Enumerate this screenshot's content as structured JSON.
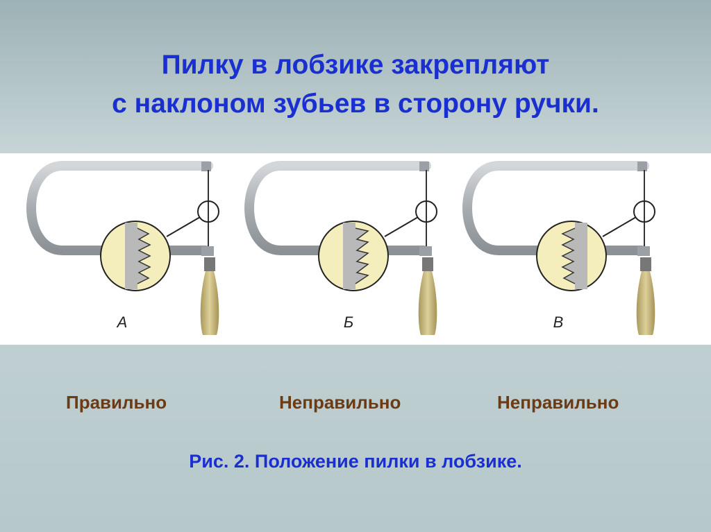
{
  "slide": {
    "title_line1": "Пилку в лобзике закрепляют",
    "title_line2": "с наклоном зубьев в сторону ручки.",
    "figures": [
      {
        "letter": "А",
        "verdict": "Правильно",
        "teeth": "down"
      },
      {
        "letter": "Б",
        "verdict": "Неправильно",
        "teeth": "up"
      },
      {
        "letter": "В",
        "verdict": "Неправильно",
        "teeth": "reversed"
      }
    ],
    "caption": "Рис. 2. Положение пилки в лобзике."
  },
  "colors": {
    "title": "#1a2fcf",
    "verdict": "#6b3b16",
    "frame": "#a9aeb3",
    "magnifier": "#f3eebc",
    "handle": "#c9b97c"
  }
}
